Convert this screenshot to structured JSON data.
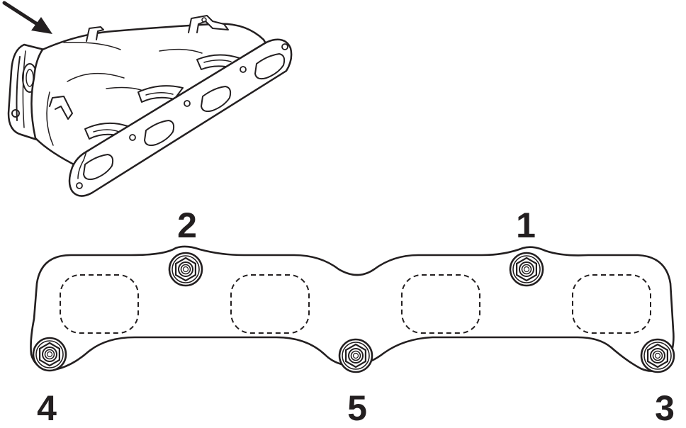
{
  "figure": {
    "ink_color": "#231f20",
    "background_color": "#ffffff",
    "arrow_icon": "arrow-down-right-icon",
    "manifold_icon": "exhaust-manifold-icon",
    "nut_icon": "hex-nut-icon"
  },
  "tightening_sequence": [
    {
      "nut": "1",
      "label": "1"
    },
    {
      "nut": "2",
      "label": "2"
    },
    {
      "nut": "3",
      "label": "3"
    },
    {
      "nut": "4",
      "label": "4"
    },
    {
      "nut": "5",
      "label": "5"
    }
  ]
}
